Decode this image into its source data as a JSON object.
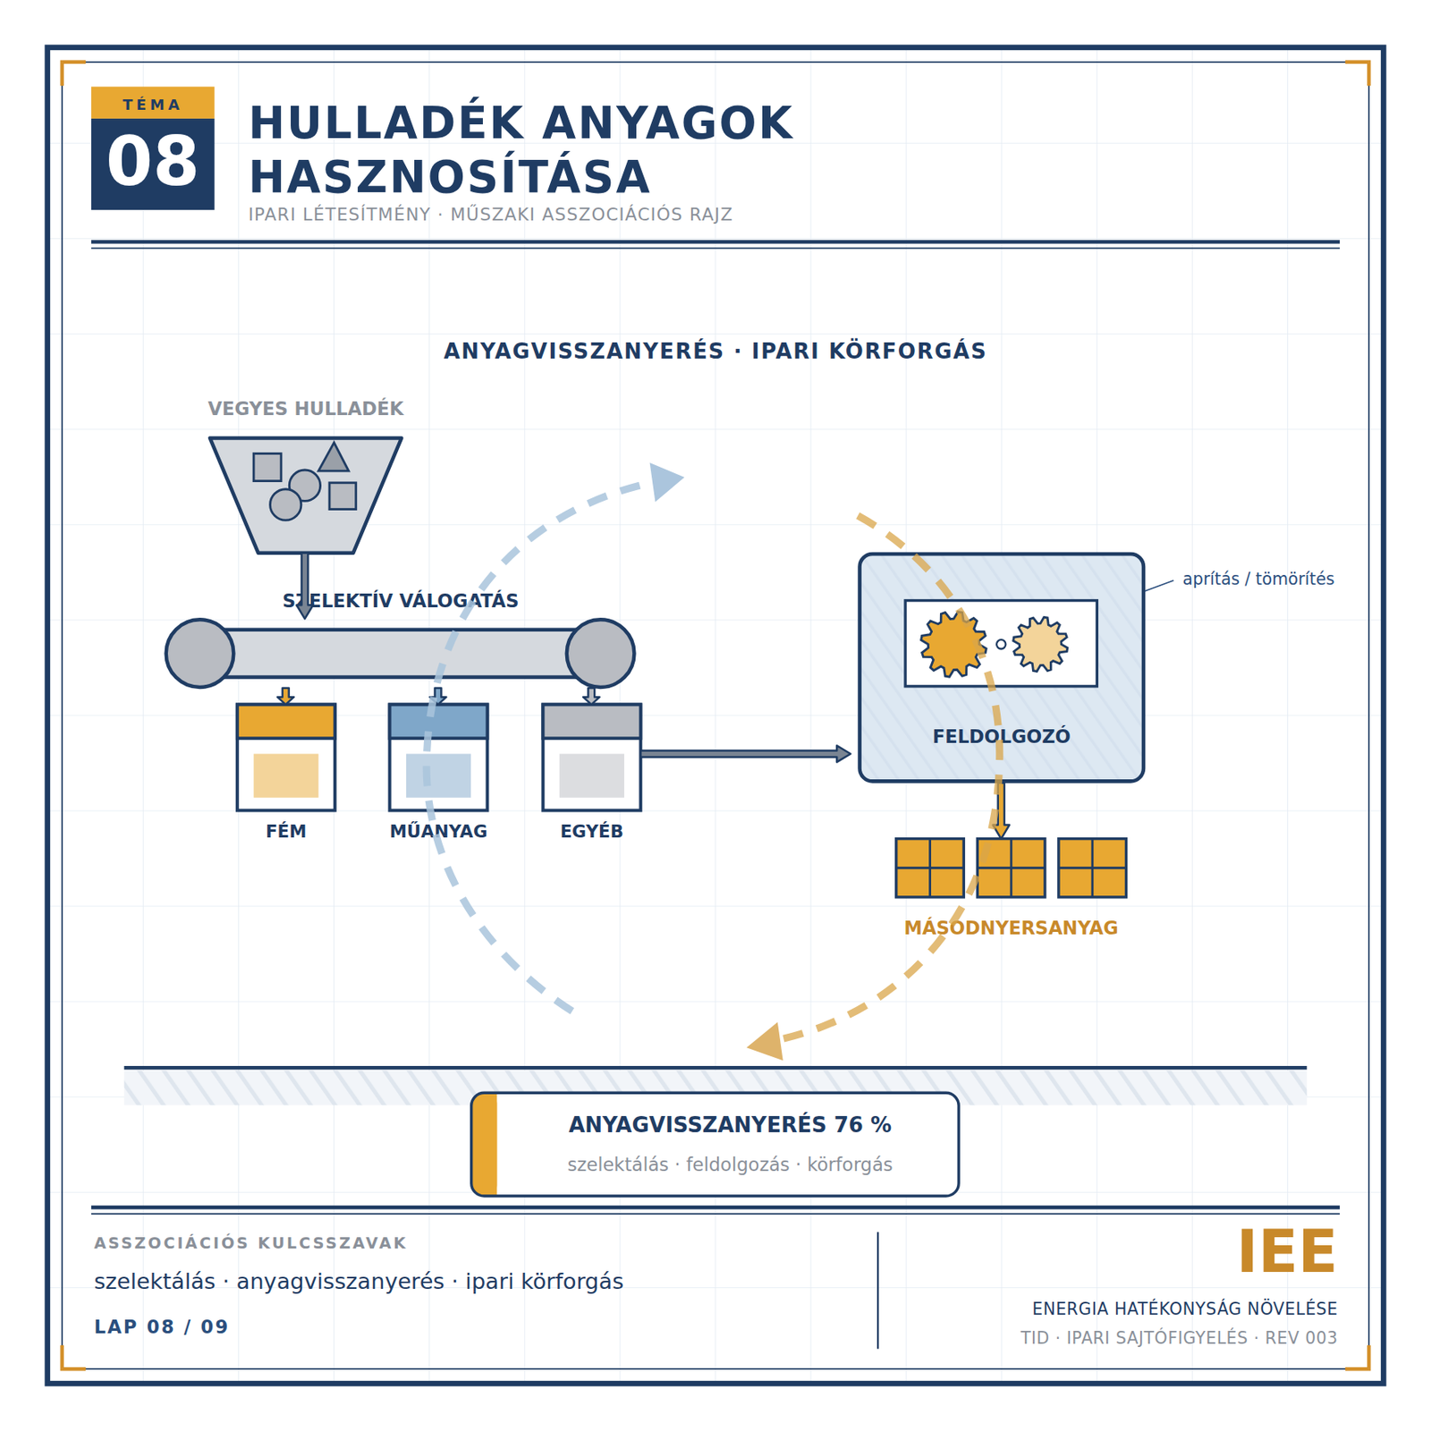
{
  "diagram": {
    "title": "HULLADÉK ANYAGOK HASZNOSÍTÁSA",
    "caption": "IPARI LÉTESÍTMÉNY · MŰSZAKI ASSZOCIÁCIÓS RAJZ",
    "nodes": [
      {
        "text": [
          "TÉMA",
          "08"
        ]
      },
      {
        "text": [
          "VEGYES HULLADÉK"
        ]
      },
      {
        "text": [
          "SZELEKTÍV VÁLOGATÁS"
        ]
      },
      {
        "text": [
          "FÉM"
        ]
      },
      {
        "text": [
          "MŰANYAG"
        ]
      },
      {
        "text": [
          "EGYÉB"
        ]
      },
      {
        "text": [
          "FELDOLGOZÓ"
        ]
      },
      {
        "text": [
          "MÁSODNYERSANYAG"
        ]
      },
      {
        "text": [
          "ANYAGVISSZANYERÉS 76 %",
          "szelektálás · feldolgozás · körforgás"
        ]
      }
    ],
    "edges": [
      {
        "from": 1,
        "to": 2,
        "arrow": "to"
      },
      {
        "from": 2,
        "to": 3,
        "arrow": "to"
      },
      {
        "from": 2,
        "to": 4,
        "arrow": "to"
      },
      {
        "from": 2,
        "to": 5,
        "arrow": "to"
      },
      {
        "from": 5,
        "to": 6,
        "arrow": "to"
      },
      {
        "from": 6,
        "to": 7,
        "arrow": "to"
      }
    ],
    "labels": [
      "ANYAGVISSZANYERÉS · IPARI KÖRFORGÁS",
      "aprítás / tömörítés",
      "ASSZOCIÁCIÓS KULCSSZAVAK",
      "szelektálás · anyagvisszanyerés · ipari körforgás",
      "LAP 08 / 09",
      "IEE",
      "ENERGIA HATÉKONYSÁG NÖVELÉSE",
      "TID · IPARI SAJTÓFIGYELÉS · REV 003"
    ]
  }
}
